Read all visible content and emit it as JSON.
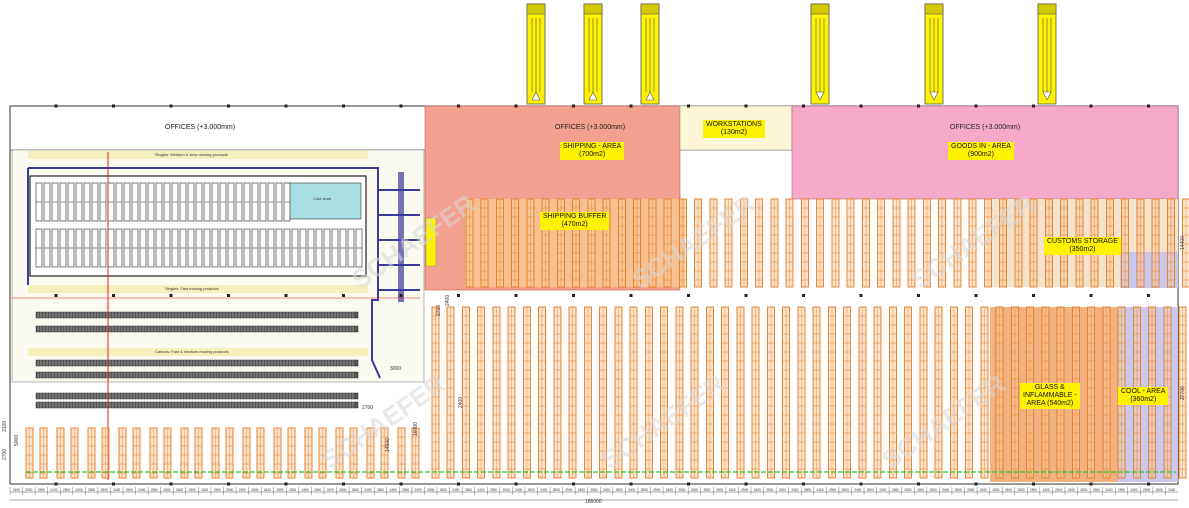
{
  "offices": {
    "left": "OFFICES (+3.000mm)",
    "middle": "OFFICES (+3.000mm)",
    "right": "OFFICES (+3.000mm)"
  },
  "areas": {
    "workstations": [
      "WORKSTATIONS",
      "(130m2)"
    ],
    "shipping": [
      "SHIPPING - AREA",
      "(700m2)"
    ],
    "goods_in": [
      "GOODS IN - AREA",
      "(900m2)"
    ],
    "shipping_buffer": [
      "SHIPPING BUFFER",
      "(470m2)"
    ],
    "customs": [
      "CUSTOMS STORAGE",
      "(350m2)"
    ],
    "glass": [
      "GLASS &",
      "INFLAMMABLE -",
      "AREA (540m2)"
    ],
    "cool": [
      "COOL - AREA",
      "(360m2)"
    ]
  },
  "zone_labels": {
    "top_strip": "Singles: Medium & slow moving products",
    "mid_strip": "Singles: Fast moving products",
    "cartons": "Cartons: Fast & medium moving products",
    "cold": "Cold store"
  },
  "dimensions": {
    "bottom_total": "186000",
    "bottom_segments": [
      "2400",
      "2500",
      "2500",
      "2400",
      "2500",
      "2400",
      "2500",
      "2500",
      "2400",
      "2500",
      "2400",
      "2500",
      "2500",
      "2400",
      "2500",
      "2400",
      "2500",
      "2500",
      "2400",
      "2500",
      "2400",
      "2500",
      "2500",
      "2400",
      "2400",
      "2400",
      "2500",
      "2500",
      "2400",
      "2500",
      "2400",
      "2500",
      "2400",
      "2500",
      "2500",
      "2400",
      "2500",
      "2400",
      "2500",
      "2500",
      "2400",
      "2500",
      "2400",
      "2500",
      "2500",
      "2400",
      "2500",
      "2400",
      "2500",
      "2400",
      "2500",
      "2500",
      "2400",
      "2500",
      "2400",
      "2500",
      "2500",
      "2400",
      "2500",
      "2400",
      "2500",
      "2500",
      "2400",
      "2500",
      "2400",
      "2500",
      "2500",
      "2400",
      "2500",
      "2400",
      "2500",
      "2500",
      "2400",
      "2500",
      "2400",
      "2500",
      "2500",
      "2400",
      "2500",
      "2400",
      "2500",
      "2500",
      "2400",
      "2500",
      "2400",
      "2500",
      "2500",
      "2400",
      "2500",
      "2400",
      "2500",
      "2500",
      "2400"
    ],
    "vertical_a": "2700",
    "vertical_b": "2400",
    "vertical_c": "2400",
    "vertical_d": "14500",
    "vertical_e": "16000",
    "horizontal_a": "2700",
    "horizontal_b": "3000",
    "right_a": "14400",
    "right_b": "27700",
    "left_a": "3100",
    "left_b": "2700",
    "left_c": "5000"
  },
  "colors": {
    "shipping_area": "#f4a090",
    "goods_in_area": "#f5a8c8",
    "workstations_area": "#fdf7d8",
    "office_line": "#222222",
    "rack_frame": "#e87a20",
    "rack_fill": "#f8c898",
    "customs_area": "#f3e2cc",
    "cool_area": "#c8c8ee",
    "glass_area": "#f0b080",
    "dock_yellow": "#fff200",
    "label_yellow": "#fff200",
    "conveyor": "#3a3a9a",
    "watermark": "#d8d8d8"
  },
  "watermark": "SCHAEFER"
}
